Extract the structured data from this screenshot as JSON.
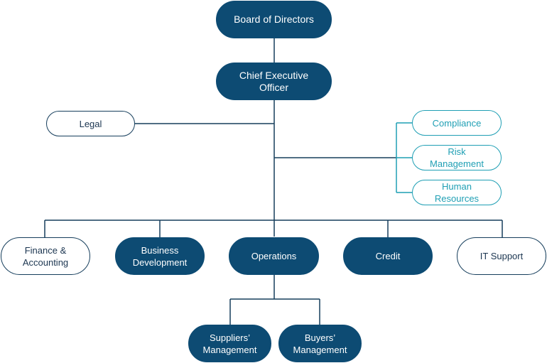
{
  "colors": {
    "filled": "#0d4b73",
    "outline_dark": "#163e5c",
    "outline_teal": "#1f9fb4",
    "line_dark": "#163e5c",
    "line_teal": "#1f9fb4"
  },
  "nodes": {
    "board": "Board of Directors",
    "ceo": "Chief Executive\nOfficer",
    "legal": "Legal",
    "compliance": "Compliance",
    "risk": "Risk\nManagement",
    "hr": "Human\nResources",
    "finance": "Finance &\nAccounting",
    "bizdev": "Business\nDevelopment",
    "operations": "Operations",
    "credit": "Credit",
    "it": "IT Support",
    "suppliers": "Suppliers’\nManagement",
    "buyers": "Buyers’\nManagement"
  }
}
